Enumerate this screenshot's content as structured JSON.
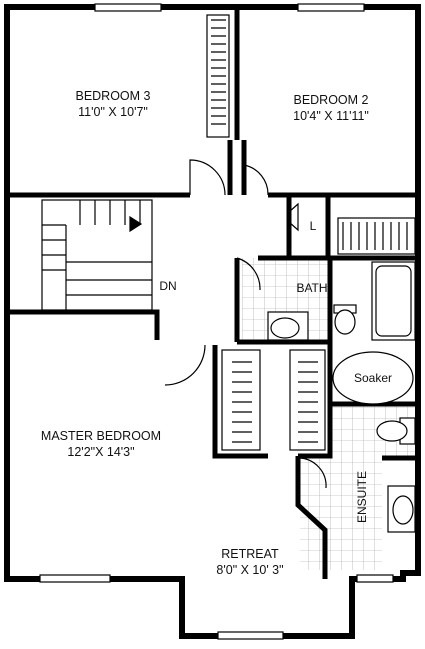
{
  "floorplan": {
    "rooms": [
      {
        "key": "bedroom3",
        "name": "BEDROOM 3",
        "dimensions": "11'0\" X 10'7\""
      },
      {
        "key": "bedroom2",
        "name": "BEDROOM 2",
        "dimensions": "10'4\" X 11'11\""
      },
      {
        "key": "master",
        "name": "MASTER BEDROOM",
        "dimensions": "12'2\"X 14'3\""
      },
      {
        "key": "retreat",
        "name": "RETREAT",
        "dimensions": "8'0\" X 10' 3\""
      }
    ],
    "labels": {
      "linen": "L",
      "bath": "BATH",
      "stairs_down": "DN",
      "tub": "Soaker",
      "ensuite": "ENSUITE"
    }
  }
}
